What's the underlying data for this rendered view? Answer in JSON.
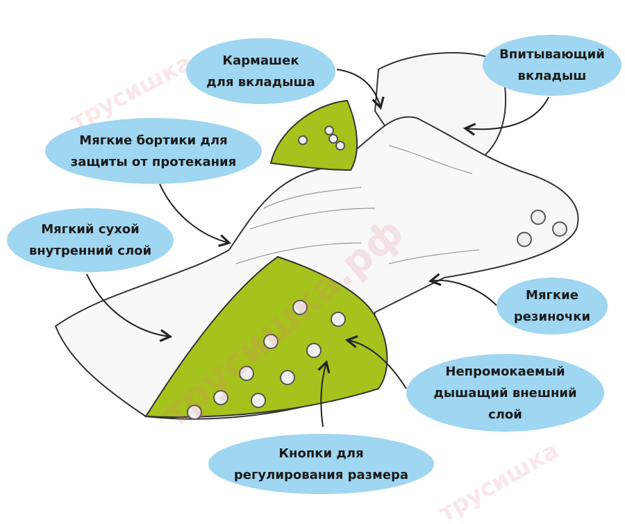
{
  "labels": {
    "pocket": "Кармашек\nдля вкладыша",
    "insert": "Впитывающий\nвкладыш",
    "gussets": "Мягкие бортики для\nзащиты от протекания",
    "inner_layer": "Мягкий сухой\nвнутренний слой",
    "elastics": "Мягкие\nрезиночки",
    "outer_layer": "Непромокаемый\nдышащий внешний\nслой",
    "snaps": "Кнопки для\nрегулирования размера"
  },
  "watermarks": [
    "трусишка",
    "трусишка.рф",
    "трусишка"
  ],
  "colors": {
    "bubble": "#9fd6f1",
    "shell": "#a6c21c",
    "outline": "#333333"
  }
}
